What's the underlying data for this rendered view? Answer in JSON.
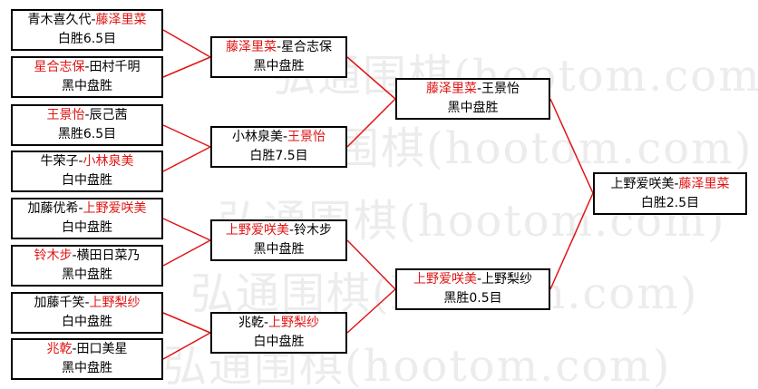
{
  "watermark": "弘通围棋(hootom.com)",
  "matches": [
    {
      "id": "r1m1",
      "p1": "青木喜久代",
      "p2": "藤泽里菜",
      "winner": 2,
      "result": "白胜6.5目"
    },
    {
      "id": "r1m2",
      "p1": "星合志保",
      "p2": "田村千明",
      "winner": 1,
      "result": "黑中盘胜"
    },
    {
      "id": "r1m3",
      "p1": "王景怡",
      "p2": "辰己茜",
      "winner": 1,
      "result": "黑胜6.5目"
    },
    {
      "id": "r1m4",
      "p1": "牛荣子",
      "p2": "小林泉美",
      "winner": 2,
      "result": "白中盘胜"
    },
    {
      "id": "r1m5",
      "p1": "加藤优希",
      "p2": "上野爱咲美",
      "winner": 2,
      "result": "白中盘胜"
    },
    {
      "id": "r1m6",
      "p1": "铃木步",
      "p2": "横田日菜乃",
      "winner": 1,
      "result": "黑中盘胜"
    },
    {
      "id": "r1m7",
      "p1": "加藤千笑",
      "p2": "上野梨纱",
      "winner": 2,
      "result": "白中盘胜"
    },
    {
      "id": "r1m8",
      "p1": "兆乾",
      "p2": "田口美星",
      "winner": 1,
      "result": "黑中盘胜"
    },
    {
      "id": "r2m1",
      "p1": "藤泽里菜",
      "p2": "星合志保",
      "winner": 1,
      "result": "黑中盘胜"
    },
    {
      "id": "r2m2",
      "p1": "小林泉美",
      "p2": "王景怡",
      "winner": 2,
      "result": "白胜7.5目"
    },
    {
      "id": "r2m3",
      "p1": "上野爱咲美",
      "p2": "铃木步",
      "winner": 1,
      "result": "黑中盘胜"
    },
    {
      "id": "r2m4",
      "p1": "兆乾",
      "p2": "上野梨纱",
      "winner": 2,
      "result": "白中盘胜"
    },
    {
      "id": "r3m1",
      "p1": "藤泽里菜",
      "p2": "王景怡",
      "winner": 1,
      "result": "黑中盘胜"
    },
    {
      "id": "r3m2",
      "p1": "上野爱咲美",
      "p2": "上野梨纱",
      "winner": 1,
      "result": "黑胜0.5目"
    },
    {
      "id": "r4m1",
      "p1": "上野爱咲美",
      "p2": "藤泽里菜",
      "winner": 2,
      "result": "白胜2.5目"
    }
  ],
  "colors": {
    "winner": "#e01414",
    "line": "#e01414",
    "border": "#000000",
    "watermark": "#ececec"
  }
}
